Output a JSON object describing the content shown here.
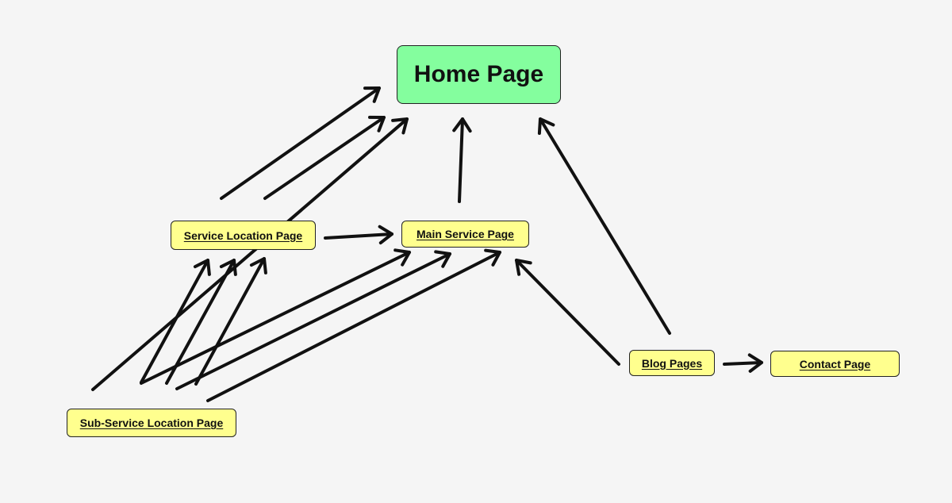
{
  "nodes": {
    "home": {
      "label": "Home Page",
      "color": "#84fe9e"
    },
    "service_location": {
      "label": "Service Location Page",
      "color": "#ffff8e"
    },
    "main_service": {
      "label": "Main Service Page",
      "color": "#ffff8e"
    },
    "sub_service_location": {
      "label": "Sub-Service Location Page",
      "color": "#ffff8e"
    },
    "blog": {
      "label": "Blog Pages",
      "color": "#ffff8e"
    },
    "contact": {
      "label": "Contact Page",
      "color": "#ffff8e"
    }
  },
  "edges": [
    {
      "from": "service_location",
      "to": "home"
    },
    {
      "from": "service_location",
      "to": "home"
    },
    {
      "from": "sub_service_location",
      "to": "home"
    },
    {
      "from": "main_service",
      "to": "home"
    },
    {
      "from": "blog",
      "to": "home"
    },
    {
      "from": "service_location",
      "to": "main_service"
    },
    {
      "from": "sub_service_location",
      "to": "service_location"
    },
    {
      "from": "sub_service_location",
      "to": "service_location"
    },
    {
      "from": "sub_service_location",
      "to": "service_location"
    },
    {
      "from": "sub_service_location",
      "to": "main_service"
    },
    {
      "from": "sub_service_location",
      "to": "main_service"
    },
    {
      "from": "sub_service_location",
      "to": "main_service"
    },
    {
      "from": "blog",
      "to": "main_service"
    },
    {
      "from": "blog",
      "to": "contact"
    }
  ],
  "colors": {
    "arrow": "#111111",
    "background": "#f5f5f5"
  }
}
